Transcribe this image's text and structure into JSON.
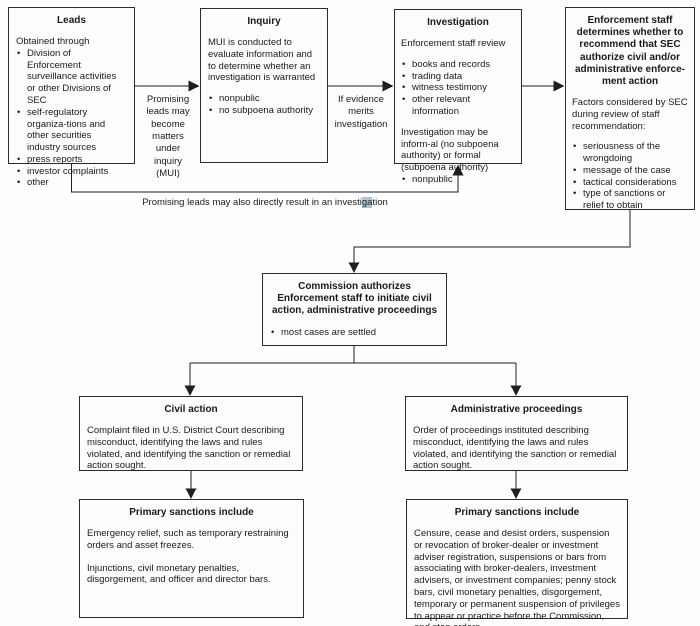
{
  "diagram": {
    "kind": "flowchart",
    "subject": "SEC enforcement process"
  },
  "colors": {
    "box_border": "#2b2b2b",
    "arrow": "#1f1f1f",
    "text": "#1a1a1a",
    "selection_highlight": "#a9c6d8",
    "background": "#fefefe"
  },
  "boxes": {
    "leads": {
      "title": "Leads",
      "intro": "Obtained through",
      "bullets": [
        "Division of Enforcement surveillance activities or other Divisions of SEC",
        "self-regulatory organiza-tions and other securities industry sources",
        "press reports",
        "investor complaints",
        "other"
      ]
    },
    "inquiry": {
      "title": "Inquiry",
      "intro": "MUI is conducted to evaluate information and to determine whether an investigation is warranted",
      "bullets": [
        "nonpublic",
        "no subpoena authority"
      ]
    },
    "investigation": {
      "title": "Investigation",
      "intro": "Enforcement staff review",
      "bullets": [
        "books and records",
        "trading data",
        "witness testimony",
        "other relevant information"
      ],
      "note": "Investigation may be inform-al (no subpoena authority) or formal (subpoena authority)",
      "note_bullets": [
        "nonpublic"
      ]
    },
    "enforcement_staff": {
      "title": "Enforcement staff determines whether to recommend that SEC authorize civil and/or administrative enforce-ment action",
      "intro": "Factors considered by SEC during review of staff recommendation:",
      "bullets": [
        "seriousness of the wrongdoing",
        "message of the case",
        "tactical considerations",
        "type of sanctions or relief to obtain"
      ]
    },
    "commission": {
      "title": "Commission authorizes Enforcement staff to initiate civil action, administrative proceedings",
      "bullets": [
        "most cases are settled"
      ]
    },
    "civil_action": {
      "title": "Civil action",
      "body": "Complaint filed in U.S. District Court describing misconduct, identifying the laws and rules violated, and identifying the sanction or remedial action sought."
    },
    "admin_proceedings": {
      "title": "Administrative proceedings",
      "body": "Order of proceedings instituted describing misconduct, identifying the laws and rules violated, and identifying the sanction or remedial action sought."
    },
    "civil_sanctions": {
      "title": "Primary sanctions include",
      "paragraphs": [
        "Emergency relief, such as temporary restraining orders and asset freezes.",
        "Injunctions, civil monetary penalties, disgorgement, and officer and director bars."
      ]
    },
    "admin_sanctions": {
      "title": "Primary sanctions include",
      "body": "Censure, cease and desist orders, suspension or revocation of broker-dealer or investment adviser registration, suspensions or bars from associating with broker-dealers, investment advisers, or investment companies; penny stock bars, civil monetary penalties, disgorgement, temporary or permanent suspension of privileges to appear or practice before the Commission, and stop orders."
    }
  },
  "labels": {
    "leads_to_inquiry": "Promising leads may become matters under inquiry (MUI)",
    "inquiry_to_investigation": "If evidence merits investigation",
    "leads_to_investigation": {
      "pre": "Promising leads may also directly result in an investi",
      "highlight": "ga",
      "post": "tion"
    }
  }
}
